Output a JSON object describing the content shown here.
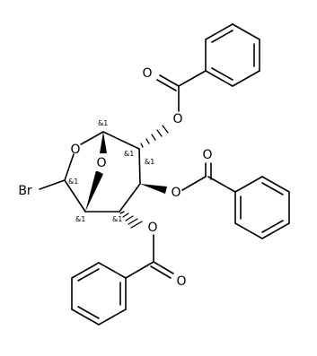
{
  "molecule": {
    "atoms": {
      "ring_o": "O",
      "bridge_o": "O",
      "bromine": "Br",
      "ester_o_top": "O",
      "carbonyl_o_top": "O",
      "ester_o_mid": "O",
      "carbonyl_o_mid": "O",
      "ester_o_bot": "O",
      "carbonyl_o_bot": "O"
    },
    "stereo": {
      "c1": "&1",
      "c2": "&1",
      "c3": "&1",
      "c4": "&1",
      "c5": "&1",
      "c6": "&1"
    }
  }
}
